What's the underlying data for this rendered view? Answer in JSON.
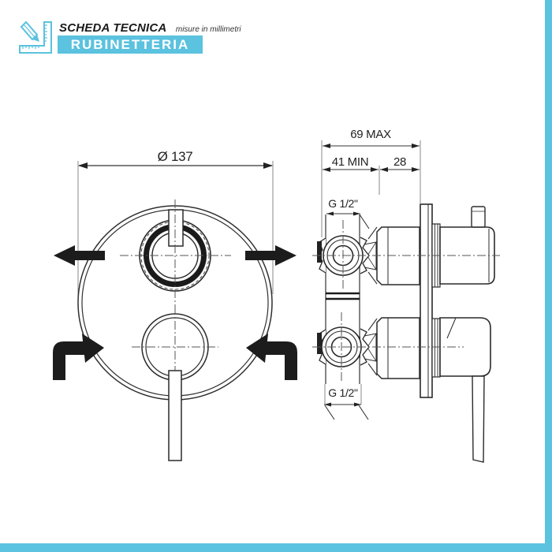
{
  "header": {
    "title": "SCHEDA TECNICA",
    "subtitle": "misure in millimetri",
    "badge": "RUBINETTERIA"
  },
  "colors": {
    "accent": "#5bc2df",
    "line": "#2f2f2f"
  },
  "icons": {
    "logo": "pencil-square-ruler-icon"
  },
  "front_view": {
    "diameter_label": "Ø 137"
  },
  "side_view": {
    "depth_max": "69 MAX",
    "depth_min": "41 MIN",
    "plate_offset": "28",
    "thread_top": "G 1/2\"",
    "thread_bottom": "G 1/2\""
  }
}
